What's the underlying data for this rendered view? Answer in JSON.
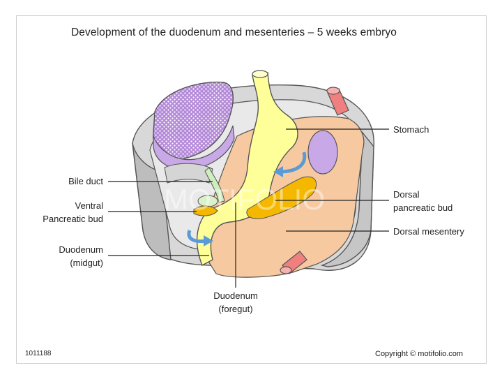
{
  "title": "Development of the duodenum and mesenteries – 5 weeks embryo",
  "labels": {
    "stomach": "Stomach",
    "bile_duct": "Bile duct",
    "ventral_1": "Ventral",
    "ventral_2": "Pancreatic bud",
    "dorsal_bud_1": "Dorsal",
    "dorsal_bud_2": "pancreatic bud",
    "dorsal_mesentery": "Dorsal mesentery",
    "duodenum_mid_1": "Duodenum",
    "duodenum_mid_2": "(midgut)",
    "duodenum_fore_1": "Duodenum",
    "duodenum_fore_2": "(foregut)"
  },
  "watermark": "MOTIFOLIO",
  "image_id": "1011188",
  "copyright": "Copyright © motifolio.com",
  "colors": {
    "body_wall": "#d9d9d9",
    "mesentery": "#f6c9a0",
    "gut": "#ffff99",
    "liver": "#c9a8e8",
    "pancreas": "#f5b800",
    "bile_duct": "#cdeebd",
    "vessel": "#f08080",
    "arrow": "#5b9bd5"
  }
}
